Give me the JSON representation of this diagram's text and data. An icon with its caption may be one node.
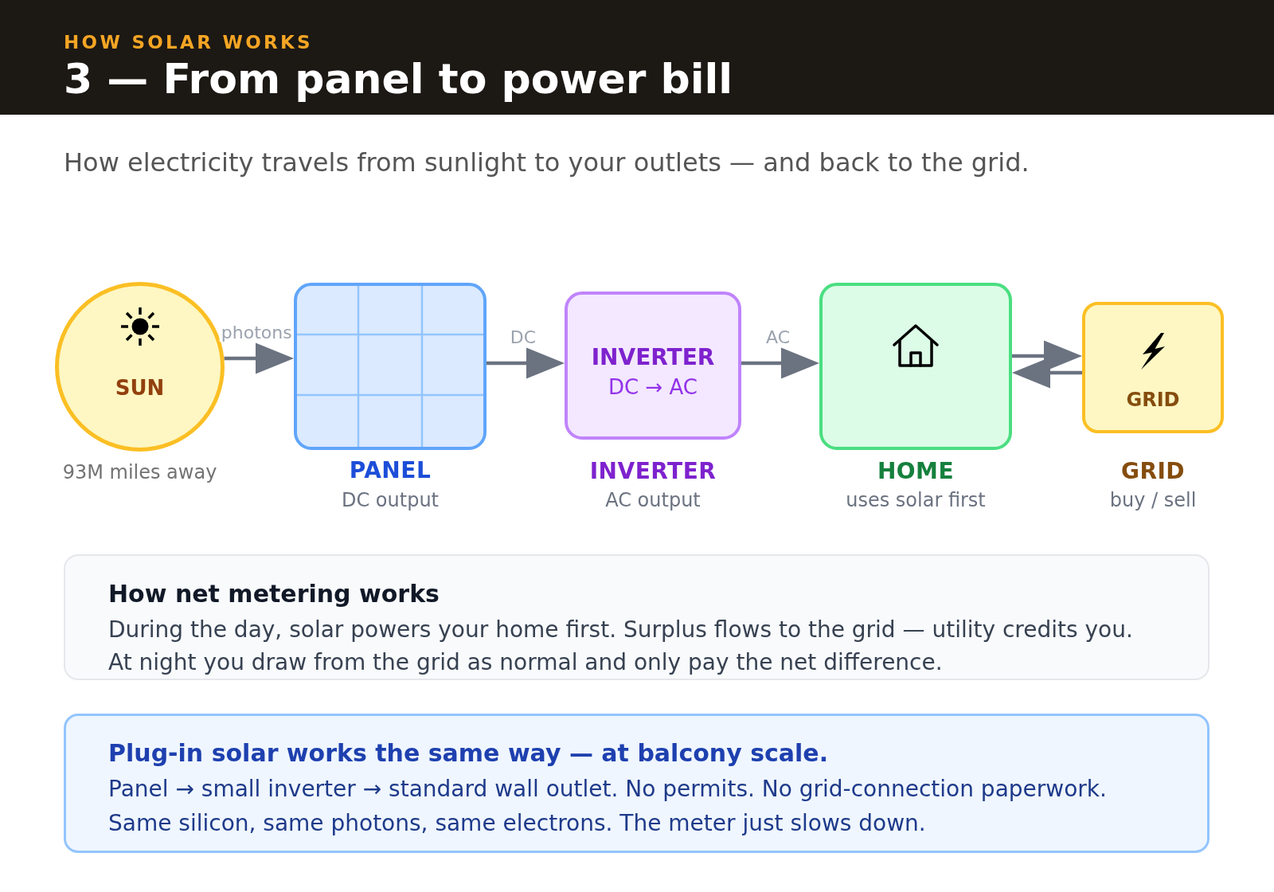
{
  "diagram": {
    "title": "3 — From panel to power bill",
    "nodes": [
      {
        "text": [
          "SUN"
        ],
        "beside": [
          "93M miles away"
        ]
      },
      {
        "text": [],
        "shape": "box",
        "beside": [
          "PANEL",
          "DC output"
        ]
      },
      {
        "text": [
          "INVERTER",
          "DC → AC"
        ],
        "beside": [
          "INVERTER",
          "AC output"
        ]
      },
      {
        "text": [],
        "shape": "box",
        "beside": [
          "HOME",
          "uses solar first"
        ]
      },
      {
        "text": [
          "GRID"
        ],
        "beside": [
          "GRID",
          "buy / sell"
        ]
      },
      {
        "text": [
          "How net metering works",
          "During the day, solar powers your home first. Surplus flows to the grid — utility credits you.",
          "At night you draw from the grid as normal and only pay the net difference."
        ]
      },
      {
        "text": [
          "Plug-in solar works the same way — at balcony scale.",
          "Panel → small inverter → standard wall outlet. No permits. No grid-connection paperwork.",
          "Same silicon, same photons, same electrons. The meter just slows down."
        ]
      }
    ],
    "edges": [
      {
        "from": 0,
        "to": 1,
        "arrow": "to",
        "label": "photons"
      },
      {
        "from": 1,
        "to": 2,
        "arrow": "to",
        "label": "DC"
      },
      {
        "from": 2,
        "to": 3,
        "arrow": "to",
        "label": "AC"
      },
      {
        "from": 3,
        "to": 4,
        "arrow": "to"
      },
      {
        "from": 4,
        "to": 3,
        "arrow": "to"
      }
    ],
    "labels": [
      "HOW SOLAR WORKS",
      "How electricity travels from sunlight to your outlets — and back to the grid."
    ]
  }
}
